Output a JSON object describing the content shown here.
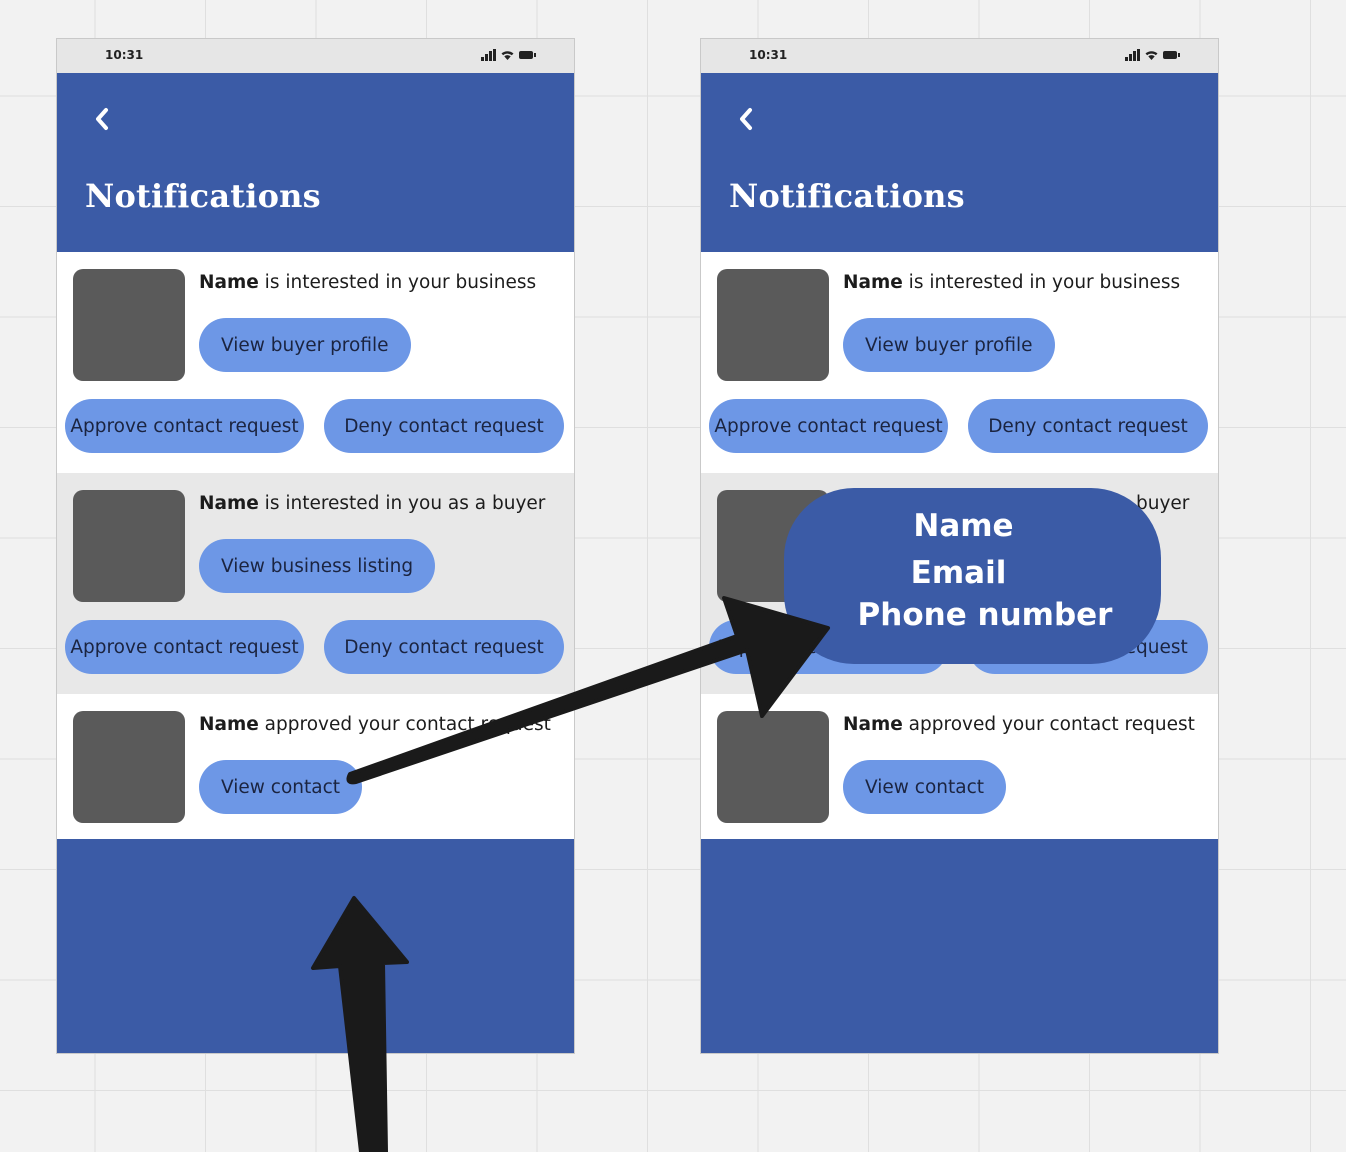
{
  "status_bar": {
    "time": "10:31"
  },
  "header": {
    "title": "Notifications",
    "back_icon": "chevron-left-icon"
  },
  "notifications": [
    {
      "name": "Name",
      "message": " is interested in your business",
      "primary_action": "View buyer profile",
      "approve_label": "Approve contact request",
      "deny_label": "Deny contact request"
    },
    {
      "name": "Name",
      "message": " is interested in you as a buyer",
      "primary_action": "View business listing",
      "approve_label": "Approve contact request",
      "deny_label": "Deny contact request"
    },
    {
      "name": "Name",
      "message": " approved your contact request",
      "primary_action": "View contact"
    }
  ],
  "contact_popup": {
    "name": "Name",
    "email": "Email",
    "phone": "Phone number"
  },
  "colors": {
    "primary": "#3b5ba6",
    "button": "#6d97e6",
    "avatar": "#5a5a5a",
    "arrow": "#1a1a1a"
  }
}
